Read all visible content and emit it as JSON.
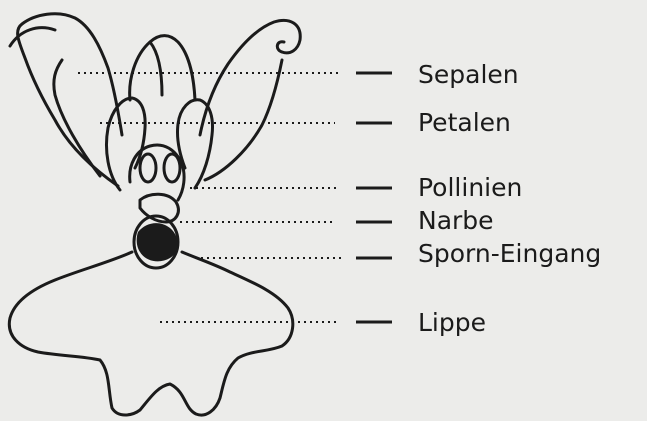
{
  "labels": {
    "sepalen": "Sepalen",
    "petalen": "Petalen",
    "pollinien": "Pollinien",
    "narbe": "Narbe",
    "sporn_eingang": "Sporn-Eingang",
    "lippe": "Lippe"
  },
  "colors": {
    "paper": "#ececea",
    "ink": "#1b1b1b"
  }
}
